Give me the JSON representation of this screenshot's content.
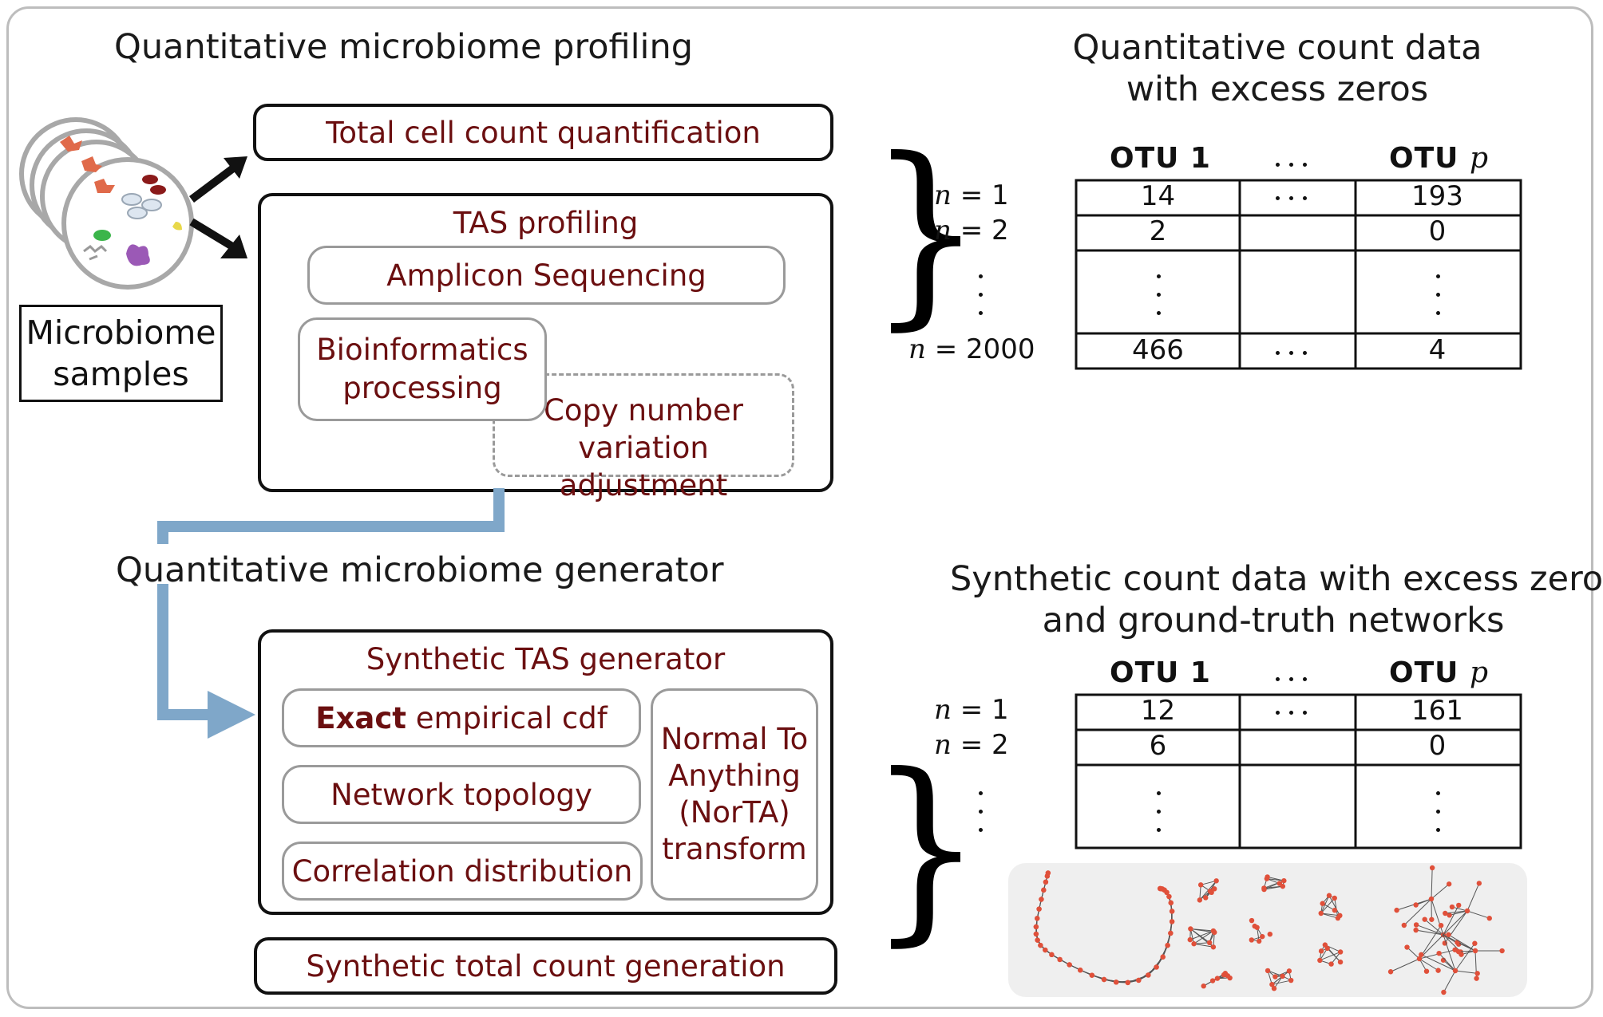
{
  "profiling": {
    "title": "Quantitative microbiome profiling",
    "total_cell_count": "Total cell count quantification",
    "tas_profiling": "TAS profiling",
    "amplicon": "Amplicon Sequencing",
    "bioinformatics": "Bioinformatics processing",
    "copy_number": "Copy number variation adjustment",
    "samples_label": "Microbiome samples"
  },
  "count_data": {
    "title_line1": "Quantitative count data",
    "title_line2": "with excess zeros",
    "col1": "OTU 1",
    "colp": "OTU",
    "colp_var": "p",
    "rows": [
      {
        "label_var": "n",
        "label_eq": " = 1",
        "c1": "14",
        "cp": "193"
      },
      {
        "label_var": "n",
        "label_eq": " = 2",
        "c1": "2",
        "cp": "0"
      },
      {
        "label_var": "n",
        "label_eq": " = 2000",
        "c1": "466",
        "cp": "4"
      }
    ]
  },
  "generator": {
    "title": "Quantitative microbiome generator",
    "tas_generator": "Synthetic TAS generator",
    "exact_bold": "Exact",
    "exact_rest": " empirical cdf",
    "network_topology": "Network topology",
    "correlation": "Correlation distribution",
    "norta": "Normal To Anything (NorTA) transform",
    "total_count": "Synthetic total count generation"
  },
  "synthetic_data": {
    "title_line1": "Synthetic count data with excess zeros",
    "title_line2": "and ground-truth networks",
    "col1": "OTU 1",
    "colp": "OTU",
    "colp_var": "p",
    "rows": [
      {
        "label_var": "n",
        "label_eq": " = 1",
        "c1": "12",
        "cp": "161"
      },
      {
        "label_var": "n",
        "label_eq": " = 2",
        "c1": "6",
        "cp": "0"
      }
    ]
  },
  "colors": {
    "text_dark_red": "#6b0f10",
    "arrow_blue": "#7fa7c9",
    "node_red": "#e0503a",
    "network_bg": "#efefef"
  },
  "icons": [
    "petri-dish-icon",
    "black-arrow-icon",
    "blue-arrow-icon",
    "brace-icon",
    "network-graph-icon"
  ]
}
